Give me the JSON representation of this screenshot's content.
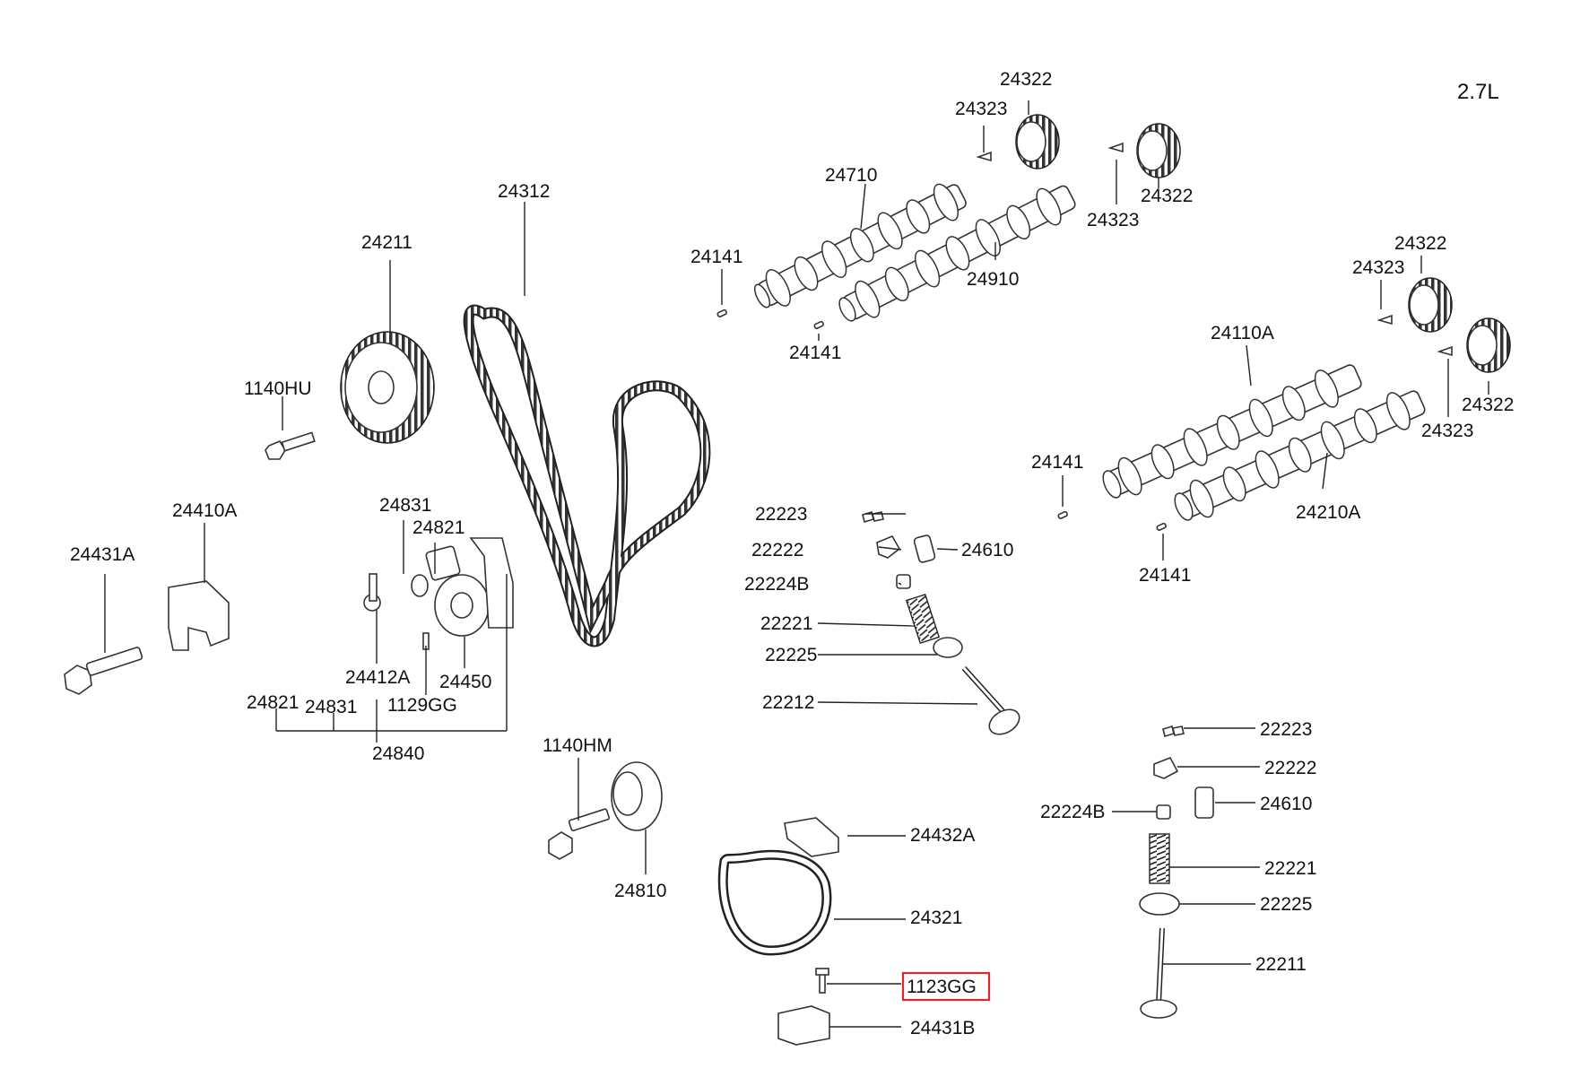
{
  "diagram": {
    "engine_label": "2.7L",
    "highlighted_part": "1123GG",
    "callouts": [
      {
        "id": "c01",
        "text": "24322"
      },
      {
        "id": "c02",
        "text": "24323"
      },
      {
        "id": "c03",
        "text": "24710"
      },
      {
        "id": "c04",
        "text": "24322"
      },
      {
        "id": "c05",
        "text": "24323"
      },
      {
        "id": "c06",
        "text": "24141"
      },
      {
        "id": "c07",
        "text": "24910"
      },
      {
        "id": "c08",
        "text": "24141"
      },
      {
        "id": "c09",
        "text": "24312"
      },
      {
        "id": "c10",
        "text": "24211"
      },
      {
        "id": "c11",
        "text": "1140HU"
      },
      {
        "id": "c12",
        "text": "24322"
      },
      {
        "id": "c13",
        "text": "24323"
      },
      {
        "id": "c14",
        "text": "24110A"
      },
      {
        "id": "c15",
        "text": "24322"
      },
      {
        "id": "c16",
        "text": "24323"
      },
      {
        "id": "c17",
        "text": "24141"
      },
      {
        "id": "c18",
        "text": "24210A"
      },
      {
        "id": "c19",
        "text": "24141"
      },
      {
        "id": "c20",
        "text": "24410A"
      },
      {
        "id": "c21",
        "text": "24431A"
      },
      {
        "id": "c22",
        "text": "24831"
      },
      {
        "id": "c23",
        "text": "24821"
      },
      {
        "id": "c24",
        "text": "24412A"
      },
      {
        "id": "c25",
        "text": "24450"
      },
      {
        "id": "c26",
        "text": "1129GG"
      },
      {
        "id": "c27",
        "text": "24821"
      },
      {
        "id": "c28",
        "text": "24831"
      },
      {
        "id": "c29",
        "text": "24840"
      },
      {
        "id": "c30",
        "text": "22223"
      },
      {
        "id": "c31",
        "text": "22222"
      },
      {
        "id": "c32",
        "text": "24610"
      },
      {
        "id": "c33",
        "text": "22224B"
      },
      {
        "id": "c34",
        "text": "22221"
      },
      {
        "id": "c35",
        "text": "22225"
      },
      {
        "id": "c36",
        "text": "22212"
      },
      {
        "id": "c37",
        "text": "1140HM"
      },
      {
        "id": "c38",
        "text": "24810"
      },
      {
        "id": "c39",
        "text": "24432A"
      },
      {
        "id": "c40",
        "text": "24321"
      },
      {
        "id": "c41",
        "text": "1123GG"
      },
      {
        "id": "c42",
        "text": "24431B"
      },
      {
        "id": "c43",
        "text": "22223"
      },
      {
        "id": "c44",
        "text": "22222"
      },
      {
        "id": "c45",
        "text": "22224B"
      },
      {
        "id": "c46",
        "text": "24610"
      },
      {
        "id": "c47",
        "text": "22221"
      },
      {
        "id": "c48",
        "text": "22225"
      },
      {
        "id": "c49",
        "text": "22211"
      }
    ]
  }
}
